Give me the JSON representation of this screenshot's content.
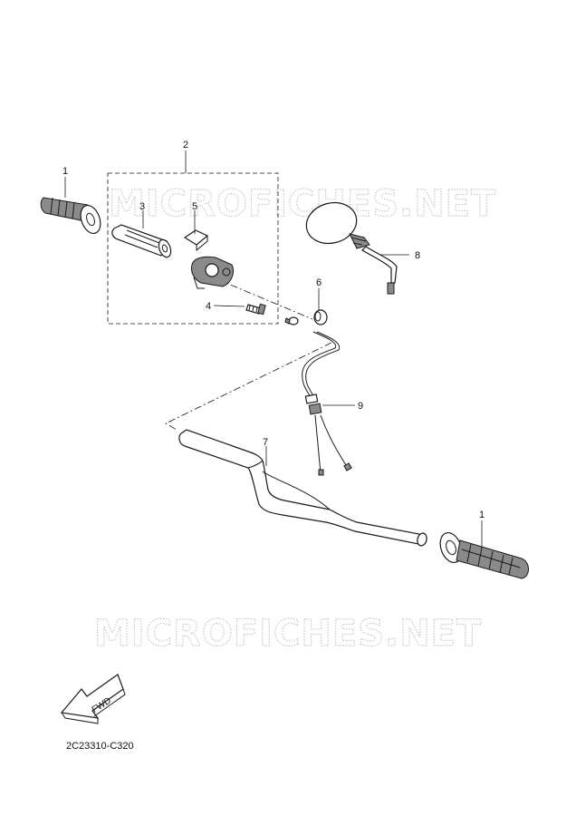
{
  "watermarks": [
    "MICROFICHES.NET",
    "MICROFICHES.NET"
  ],
  "callouts": {
    "grip_left": "1",
    "throttle_assembly": "2",
    "throttle_grip": "3",
    "screw": "4",
    "clip": "5",
    "cap": "6",
    "handlebar": "7",
    "mirror": "8",
    "cable": "9",
    "grip_right": "1"
  },
  "fwd_label": "FWD",
  "diagram_code": "2C23310-C320"
}
